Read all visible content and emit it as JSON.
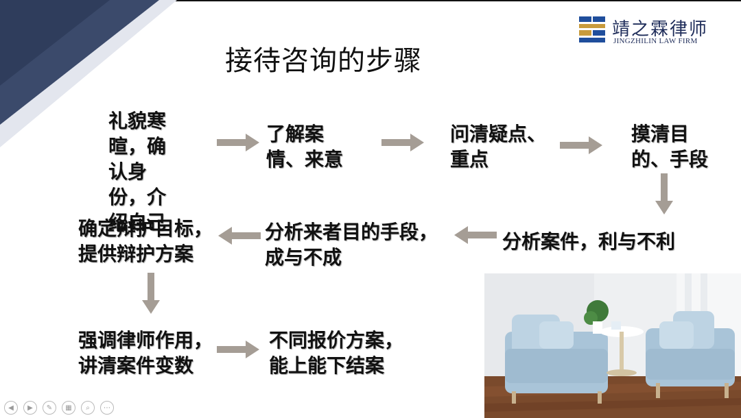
{
  "slide": {
    "title": "接待咨询的步骤",
    "accent_color": "#3b4a6b"
  },
  "logo": {
    "name_cn": "靖之霖律师",
    "name_en": "JINGZHILIN LAW FIRM",
    "mark_colors": [
      "#1f4e9c",
      "#c89b3c"
    ]
  },
  "steps": {
    "s1": "礼貌寒暄，确认身份，介绍自己",
    "s2": "了解案情、来意",
    "s3": "问清疑点、重点",
    "s4": "摸清目的、手段",
    "s5": "分析案件，利与不利",
    "s6": "分析来者目的手段，成与不成",
    "s7": "确定辩护目标，提供辩护方案",
    "s8": "强调律师作用，讲清案件变数",
    "s9": "不同报价方案，能上能下结案"
  },
  "toolbar": {
    "icons": [
      "prev-icon",
      "next-icon",
      "pen-icon",
      "slides-icon",
      "zoom-icon",
      "more-icon"
    ]
  }
}
